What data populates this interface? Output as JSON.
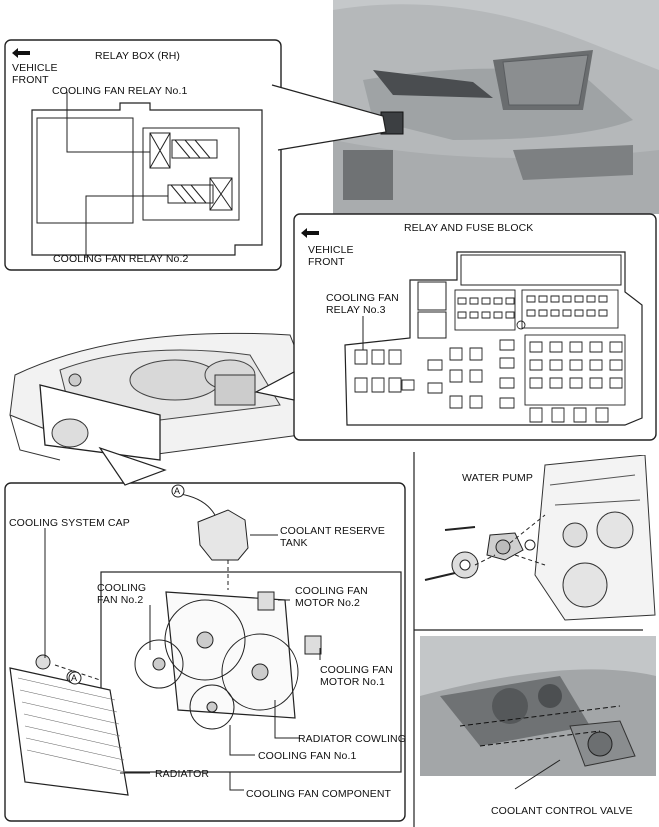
{
  "relay_box_rh": {
    "title": "RELAY BOX (RH)",
    "vehicle_front": "VEHICLE\nFRONT",
    "relay1": "COOLING FAN RELAY No.1",
    "relay2": "COOLING FAN RELAY No.2"
  },
  "relay_fuse_block": {
    "title": "RELAY AND FUSE BLOCK",
    "vehicle_front": "VEHICLE\nFRONT",
    "relay3": "COOLING FAN\nRELAY No.3"
  },
  "cooling_fan_component": {
    "cooling_system_cap": "COOLING SYSTEM CAP",
    "coolant_reserve_tank": "COOLANT RESERVE\nTANK",
    "cooling_fan_2": "COOLING\nFAN No.2",
    "cooling_fan_motor_2": "COOLING FAN\nMOTOR No.2",
    "cooling_fan_motor_1": "COOLING FAN\nMOTOR No.1",
    "radiator_cowling": "RADIATOR COWLING",
    "cooling_fan_1": "COOLING FAN No.1",
    "radiator": "RADIATOR",
    "component_title": "COOLING FAN COMPONENT",
    "marker_a": "A"
  },
  "water_pump": {
    "label": "WATER PUMP"
  },
  "coolant_control_valve": {
    "label": "COOLANT CONTROL VALVE"
  },
  "colors": {
    "line": "#1a1a1a",
    "photo_car": "#b9bcbe",
    "photo_engine": "#8c8f91"
  }
}
